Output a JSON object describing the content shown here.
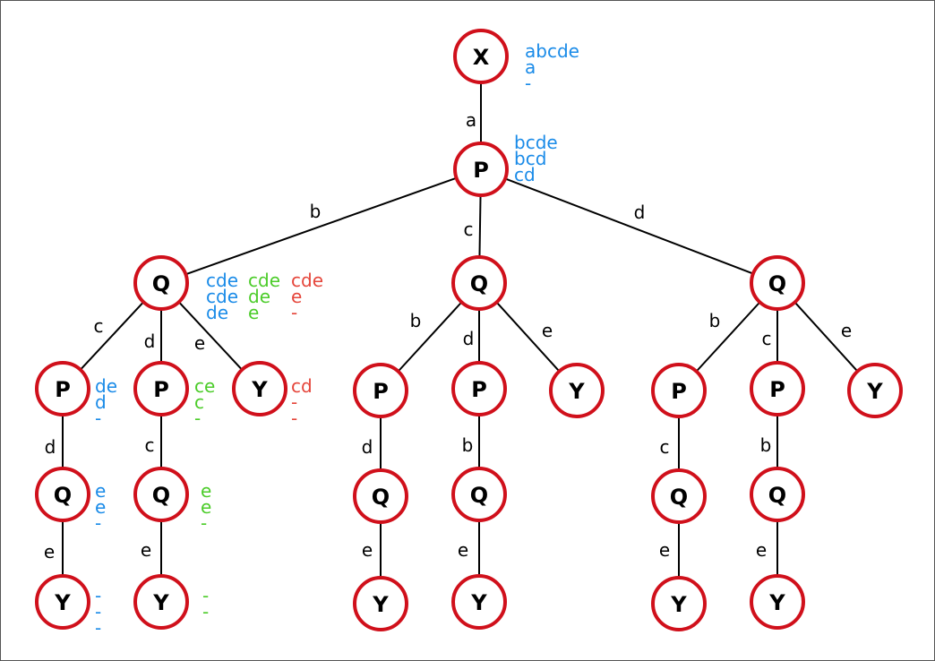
{
  "colors": {
    "node_stroke": "#d0101b",
    "edge": "#000000",
    "frame": "#555555",
    "blue": "#1a8be8",
    "green": "#4ccc2a",
    "red": "#e5463b"
  },
  "nodes": [
    {
      "id": "n0",
      "label": "X"
    },
    {
      "id": "n1",
      "label": "P"
    },
    {
      "id": "n2",
      "label": "Q"
    },
    {
      "id": "n3",
      "label": "Q"
    },
    {
      "id": "n4",
      "label": "Q"
    },
    {
      "id": "n5",
      "label": "P"
    },
    {
      "id": "n6",
      "label": "P"
    },
    {
      "id": "n7",
      "label": "Y"
    },
    {
      "id": "n8",
      "label": "Q"
    },
    {
      "id": "n9",
      "label": "Q"
    },
    {
      "id": "n10",
      "label": "Y"
    },
    {
      "id": "n11",
      "label": "Y"
    },
    {
      "id": "n12",
      "label": "P"
    },
    {
      "id": "n13",
      "label": "P"
    },
    {
      "id": "n14",
      "label": "Y"
    },
    {
      "id": "n15",
      "label": "Q"
    },
    {
      "id": "n16",
      "label": "Q"
    },
    {
      "id": "n17",
      "label": "Y"
    },
    {
      "id": "n18",
      "label": "Y"
    },
    {
      "id": "n19",
      "label": "P"
    },
    {
      "id": "n20",
      "label": "P"
    },
    {
      "id": "n21",
      "label": "Y"
    },
    {
      "id": "n22",
      "label": "Q"
    },
    {
      "id": "n23",
      "label": "Q"
    },
    {
      "id": "n24",
      "label": "Y"
    },
    {
      "id": "n25",
      "label": "Y"
    }
  ],
  "edges": [
    {
      "from": "n0",
      "to": "n1",
      "label": "a"
    },
    {
      "from": "n1",
      "to": "n2",
      "label": "b"
    },
    {
      "from": "n1",
      "to": "n3",
      "label": "c"
    },
    {
      "from": "n1",
      "to": "n4",
      "label": "d"
    },
    {
      "from": "n2",
      "to": "n5",
      "label": "c"
    },
    {
      "from": "n2",
      "to": "n6",
      "label": "d"
    },
    {
      "from": "n2",
      "to": "n7",
      "label": "e"
    },
    {
      "from": "n5",
      "to": "n8",
      "label": "d"
    },
    {
      "from": "n6",
      "to": "n9",
      "label": "c"
    },
    {
      "from": "n8",
      "to": "n10",
      "label": "e"
    },
    {
      "from": "n9",
      "to": "n11",
      "label": "e"
    },
    {
      "from": "n3",
      "to": "n12",
      "label": "b"
    },
    {
      "from": "n3",
      "to": "n13",
      "label": "d"
    },
    {
      "from": "n3",
      "to": "n14",
      "label": "e"
    },
    {
      "from": "n12",
      "to": "n15",
      "label": "d"
    },
    {
      "from": "n13",
      "to": "n16",
      "label": "b"
    },
    {
      "from": "n15",
      "to": "n17",
      "label": "e"
    },
    {
      "from": "n16",
      "to": "n18",
      "label": "e"
    },
    {
      "from": "n4",
      "to": "n19",
      "label": "b"
    },
    {
      "from": "n4",
      "to": "n20",
      "label": "c"
    },
    {
      "from": "n4",
      "to": "n21",
      "label": "e"
    },
    {
      "from": "n19",
      "to": "n22",
      "label": "c"
    },
    {
      "from": "n20",
      "to": "n23",
      "label": "b"
    },
    {
      "from": "n22",
      "to": "n24",
      "label": "e"
    },
    {
      "from": "n23",
      "to": "n25",
      "label": "e"
    }
  ],
  "annotations": [
    {
      "id": "ann-root",
      "color": "blue",
      "lines": [
        "abcde",
        "a",
        "-"
      ]
    },
    {
      "id": "ann-p1",
      "color": "blue",
      "lines": [
        "bcde",
        "bcd",
        "cd"
      ]
    },
    {
      "id": "ann-q-blue",
      "color": "blue",
      "lines": [
        "cde",
        "cde",
        "de"
      ]
    },
    {
      "id": "ann-q-green",
      "color": "green",
      "lines": [
        "cde",
        "de",
        "e"
      ]
    },
    {
      "id": "ann-q-red",
      "color": "red",
      "lines": [
        "cde",
        "e",
        "-"
      ]
    },
    {
      "id": "ann-p-c",
      "color": "blue",
      "lines": [
        "de",
        "d",
        "-"
      ]
    },
    {
      "id": "ann-p-d",
      "color": "green",
      "lines": [
        "ce",
        "c",
        "-"
      ]
    },
    {
      "id": "ann-y-e",
      "color": "red",
      "lines": [
        "cd",
        "-",
        "-"
      ]
    },
    {
      "id": "ann-q-cd",
      "color": "blue",
      "lines": [
        "e",
        "e",
        "-"
      ]
    },
    {
      "id": "ann-q-dc",
      "color": "green",
      "lines": [
        "e",
        "e",
        "-"
      ]
    },
    {
      "id": "ann-y-cde",
      "color": "blue",
      "lines": [
        "-",
        "-",
        "-"
      ]
    },
    {
      "id": "ann-y-dce",
      "color": "green",
      "lines": [
        "-",
        "-"
      ]
    }
  ]
}
